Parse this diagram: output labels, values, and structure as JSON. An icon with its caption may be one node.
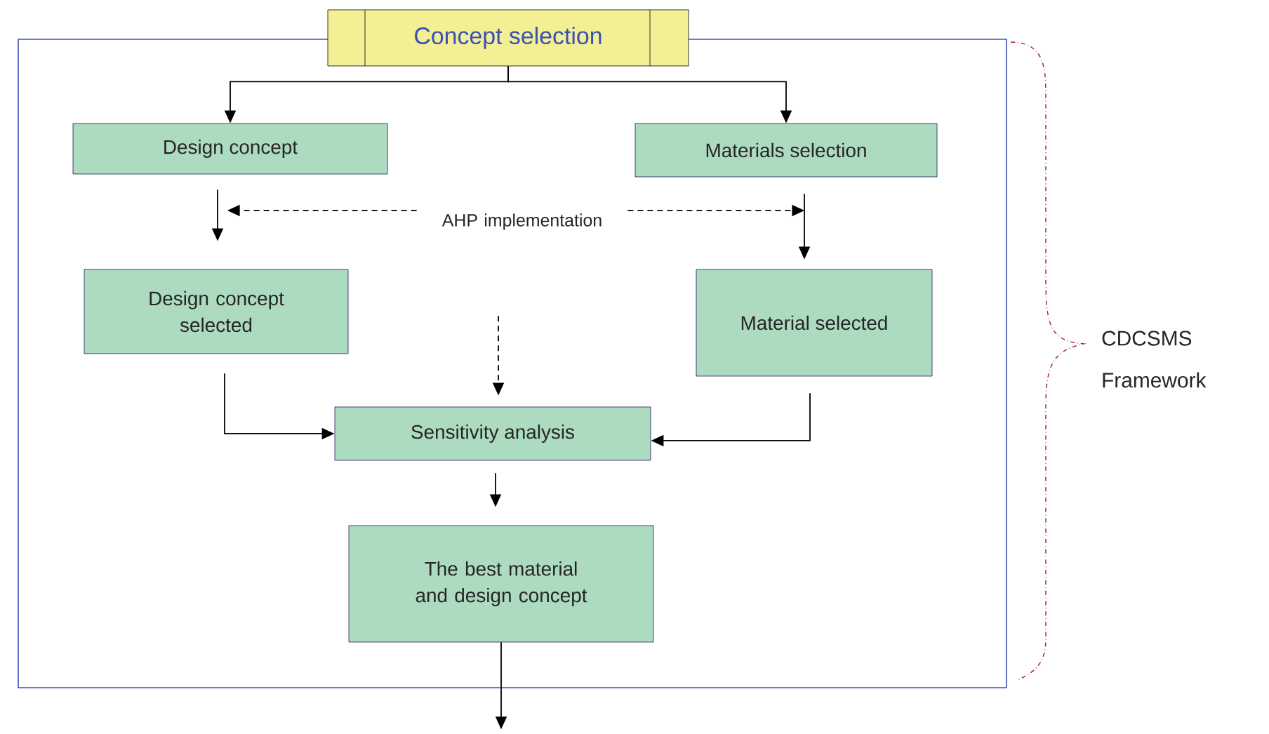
{
  "diagram": {
    "nodes": [
      {
        "text": [],
        "shape": "box"
      },
      {
        "text": [
          "Concept selection"
        ]
      },
      {
        "text": [
          "Design concept"
        ],
        "in": 0
      },
      {
        "text": [
          "Materials selection"
        ],
        "in": 0
      },
      {
        "text": [
          "AHP implementation"
        ],
        "in": 0
      },
      {
        "text": [
          "Design concept selected"
        ],
        "in": 0
      },
      {
        "text": [
          "Material selected"
        ],
        "in": 0
      },
      {
        "text": [
          "Sensitivity analysis"
        ],
        "in": 0
      },
      {
        "text": [
          "The best material and design concept"
        ],
        "in": 0
      }
    ],
    "edges": [
      {
        "from": 1,
        "to": 2,
        "arrow": "to"
      },
      {
        "from": 1,
        "to": 3,
        "arrow": "to"
      },
      {
        "from": 2,
        "to": 5,
        "arrow": "to"
      },
      {
        "from": 3,
        "to": 6,
        "arrow": "to"
      },
      {
        "from": 4,
        "to": null,
        "arrow": "to",
        "style": "dashed"
      },
      {
        "from": 4,
        "to": null,
        "arrow": "to",
        "style": "dashed"
      },
      {
        "from": 4,
        "to": 7,
        "arrow": "to",
        "style": "dashed"
      },
      {
        "from": 5,
        "to": 7,
        "arrow": "to"
      },
      {
        "from": 6,
        "to": 7,
        "arrow": "to"
      },
      {
        "from": 7,
        "to": 8,
        "arrow": "to"
      },
      {
        "from": 8,
        "to": null,
        "arrow": "to"
      }
    ],
    "labels": [
      "CDCSMS Framework"
    ]
  }
}
